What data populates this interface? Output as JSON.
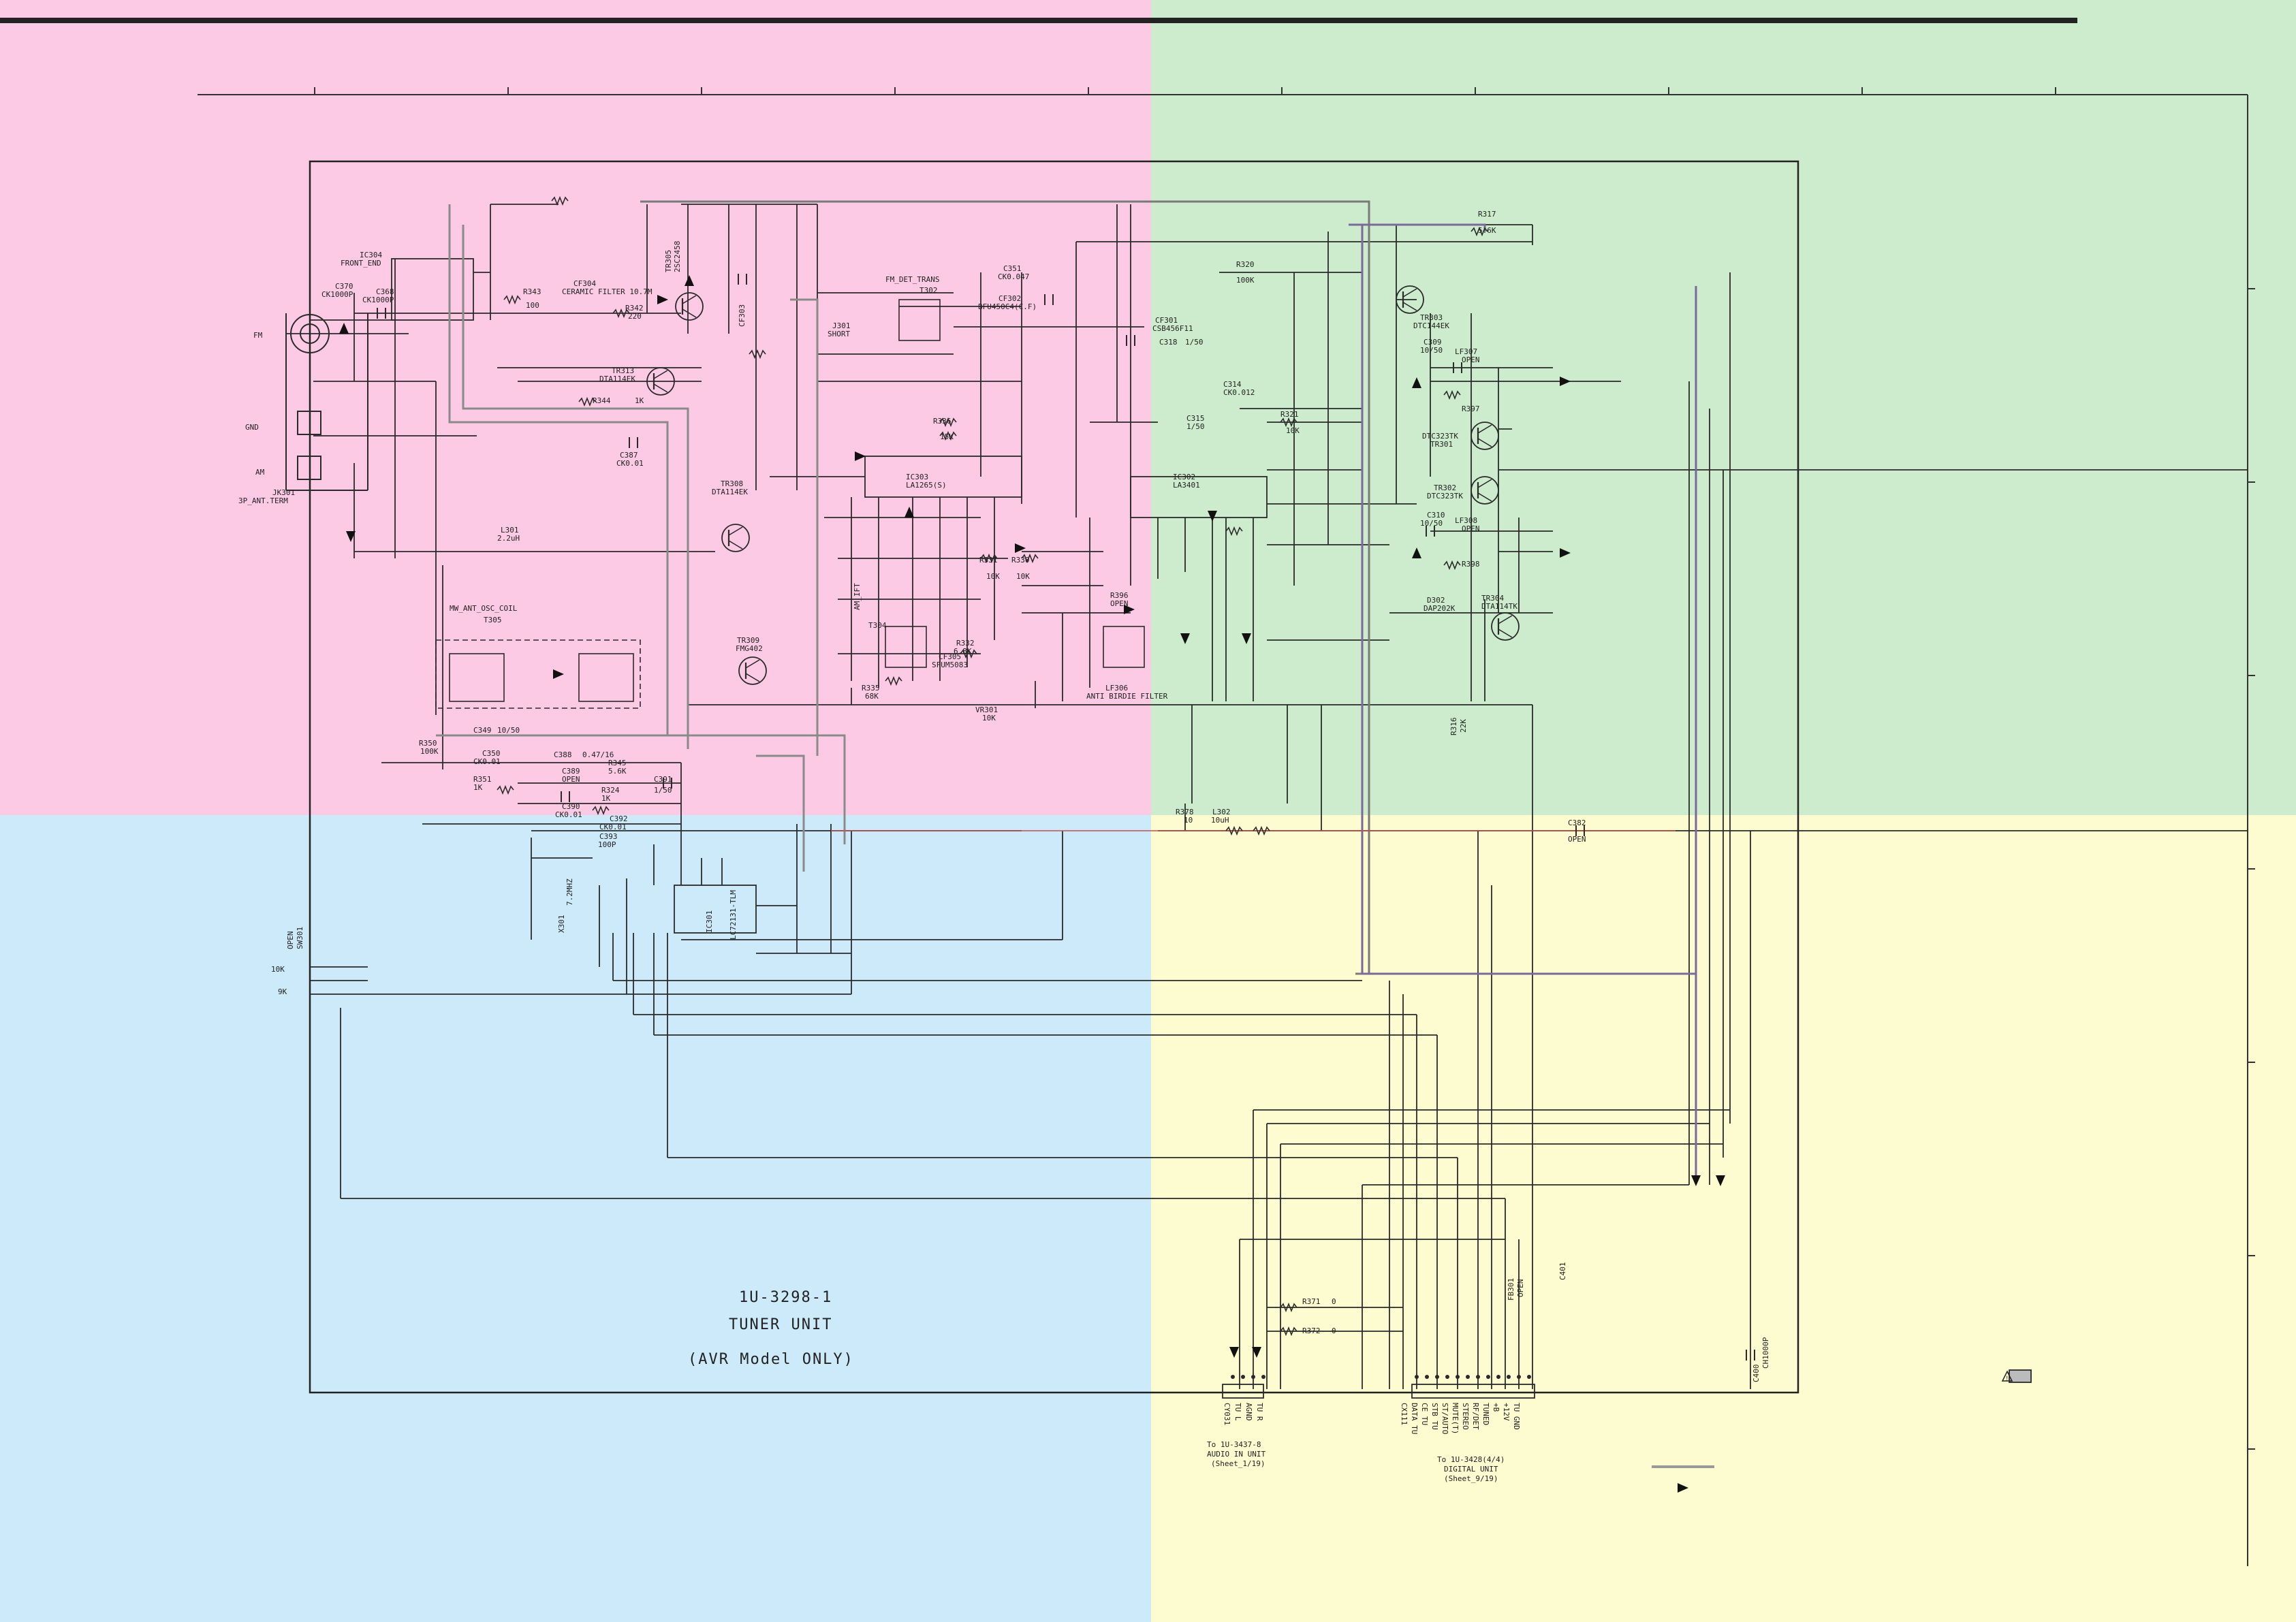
{
  "colors": {
    "top_left": "#fccae4",
    "top_right": "#cdeccd",
    "bottom_left": "#cdeafa",
    "bottom_right": "#fdfbd0",
    "line": "#2a2a2a",
    "wire_gray": "#8a8a8a",
    "wire_purple": "#7a6a9a"
  },
  "title": {
    "part_no": "1U-3298-1",
    "name": "TUNER UNIT",
    "note": "(AVR Model ONLY)"
  },
  "antenna": {
    "fm": "FM",
    "gnd": "GND",
    "am": "AM",
    "jack": "JK301",
    "jack_desc": "3P_ANT.TERM"
  },
  "connector_left": {
    "labels": [
      "OPEN",
      "SW301",
      "10K",
      "9K"
    ]
  },
  "connectors": {
    "cn1": {
      "pins": [
        "CY031",
        "TU L",
        "AGND",
        "TU R"
      ],
      "dest": "To 1U-3437-8",
      "dest2": "AUDIO IN UNIT",
      "sheet": "(Sheet_1/19)"
    },
    "cn2": {
      "pins": [
        "CX111",
        "DATA TU",
        "CE TU",
        "STB TU",
        "ST/AUTO",
        "MUTE(T)",
        "STEREO",
        "RF/DET",
        "TUNED",
        "+B",
        "+12V",
        "TU GND"
      ],
      "dest": "To 1U-3428(4/4)",
      "dest2": "DIGITAL UNIT",
      "sheet": "(Sheet_9/19)"
    }
  },
  "components": {
    "ic304": "IC304",
    "ic304d": "FRONT_END",
    "ic303": "IC303",
    "ic303d": "LA1265(S)",
    "ic302": "IC302",
    "ic302d": "LA3401",
    "ic301": "IC301",
    "ic301d": "LC72131-TLM",
    "tr305": "TR305",
    "tr305d": "2SC2458",
    "tr308": "TR308",
    "tr308d": "DTA114EK",
    "tr309": "TR309",
    "tr309d": "FMG402",
    "tr313": "TR313",
    "tr313d": "DTA114EK",
    "tr303": "TR303",
    "tr303d": "DTC144EK",
    "tr301": "TR301",
    "tr301d": "DTC323TK",
    "tr302": "TR302",
    "tr302d": "DTC323TK",
    "tr304": "TR304",
    "tr304d": "DTA114TK",
    "cf304": "CF304",
    "cf304d": "CERAMIC FILTER 10.7M",
    "cf303": "CF303",
    "cf301": "CF301",
    "cf301d": "CSB456F11",
    "cf302": "CF302",
    "cf302d": "BFU450C4(C.F)",
    "cf305": "CF305",
    "cf305d": "SFUM5083",
    "t302": "T302",
    "t302d": "FM_DET_TRANS",
    "t304": "T304",
    "t304d": "AM_IFT",
    "t305": "T305",
    "t305d": "MW_ANT_OSC_COIL",
    "lf306": "LF306",
    "lf306d": "ANTI BIRDIE FILTER",
    "lf307": "LF307",
    "lf307d": "OPEN",
    "lf308": "LF308",
    "lf308d": "OPEN",
    "l301": "L301",
    "l301d": "2.2uH",
    "l302": "L302",
    "l302d": "10uH",
    "x301": "X301",
    "x301d": "7.2MHZ",
    "vr301": "VR301",
    "vr301d": "10K",
    "d302": "D302",
    "d302d": "DAP202K",
    "j301": "J301",
    "j301d": "SHORT",
    "r317": "R317",
    "r317d": "5.6K",
    "r320": "R320",
    "r320d": "100K",
    "r321": "R321",
    "r321d": "10K",
    "r371": "R371",
    "r371d": "0",
    "r372": "R372",
    "r372d": "0",
    "r378": "R378",
    "r378d": "10",
    "r344": "R344",
    "r344d": "1K",
    "r342": "R342",
    "r342d": "220",
    "r343": "R343",
    "r343d": "100",
    "r350": "R350",
    "r350d": "100K",
    "r351": "R351",
    "r351d": "1K",
    "r324": "R324",
    "r324d": "1K",
    "r345": "R345",
    "r345d": "5.6K",
    "r331": "R331",
    "r331d": "10K",
    "r330": "R330",
    "r330d": "10K",
    "r332": "R332",
    "r332d": "6.8K",
    "r335": "R335",
    "r335d": "68K",
    "r336": "R336",
    "r336d": "15K",
    "r316": "R316",
    "r316d": "22K",
    "r398": "R398",
    "r397": "R397",
    "r396": "R396",
    "r396d": "OPEN",
    "c370": "C370",
    "c370d": "CK1000P",
    "c368": "C368",
    "c368d": "CK1000P",
    "c387": "C387",
    "c387d": "CK0.01",
    "c388": "C388",
    "c388d": "0.47/16",
    "c389": "C389",
    "c389d": "OPEN",
    "c390": "C390",
    "c390d": "CK0.01",
    "c391": "C391",
    "c391d": "1/50",
    "c392": "C392",
    "c392d": "CK0.01",
    "c393": "C393",
    "c393d": "100P",
    "c349": "C349",
    "c349d": "10/50",
    "c350": "C350",
    "c350d": "CK0.01",
    "c351": "C351",
    "c351d": "CK0.047",
    "c318": "C318",
    "c318d": "1/50",
    "c314": "C314",
    "c314d": "CK0.012",
    "c315": "C315",
    "c315d": "1/50",
    "c309": "C309",
    "c309d": "10/50",
    "c310": "C310",
    "c310d": "10/50",
    "c382": "C382",
    "c382d": "OPEN",
    "c401": "C401",
    "c400": "C400",
    "c400d": "CH1000P",
    "fb301": "FB301",
    "fb301d": "OPEN"
  },
  "warning": "!"
}
